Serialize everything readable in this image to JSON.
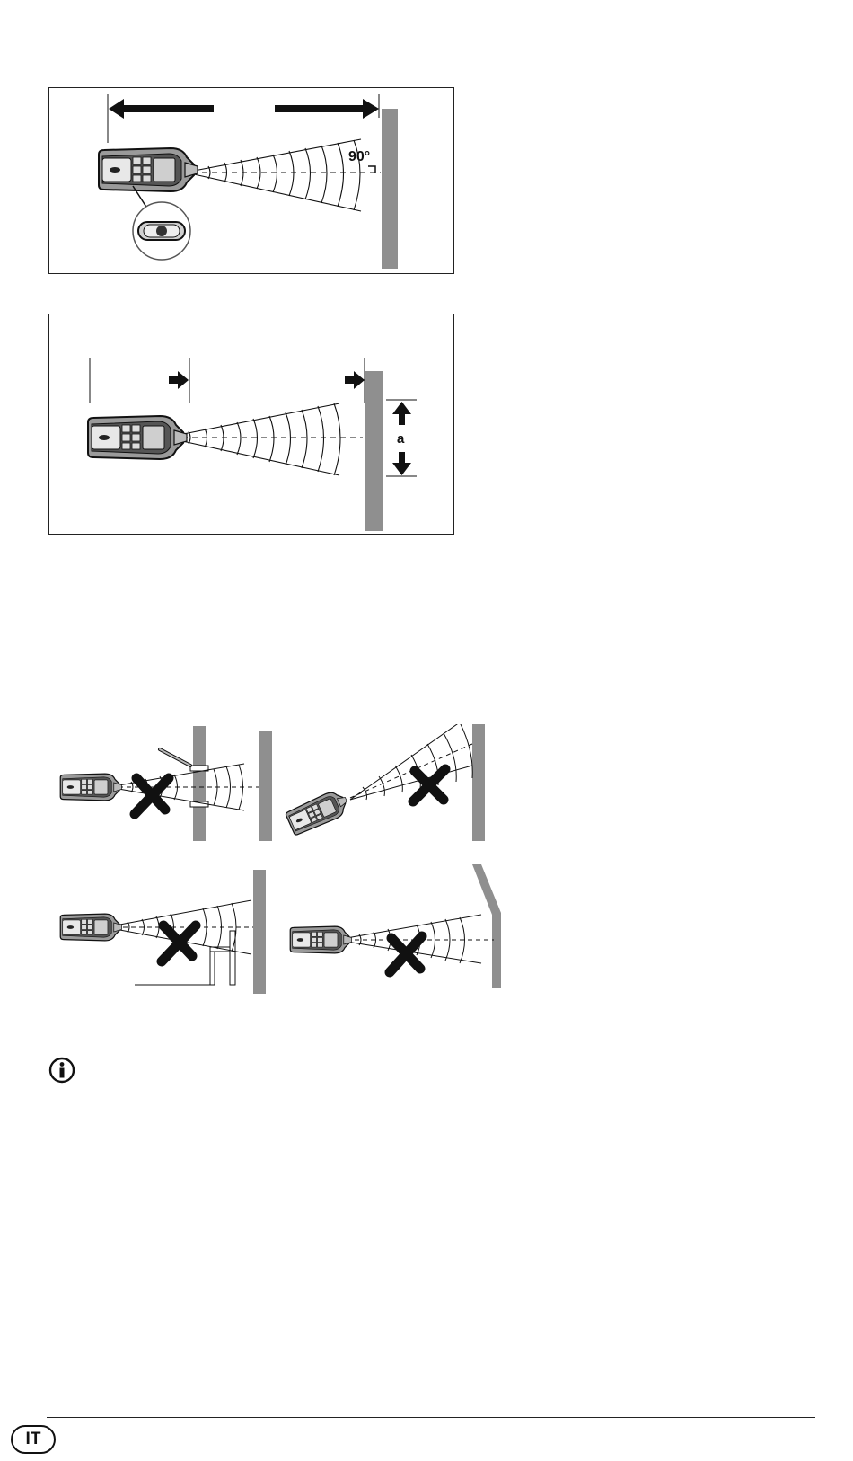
{
  "figures": {
    "fig1": {
      "angle_label": "90°"
    },
    "fig2": {
      "distance_label": "a"
    }
  },
  "footer": {
    "language_code": "IT"
  },
  "colors": {
    "wall": "#8f8f8f",
    "ink": "#111111",
    "device_body": "#8a8a8a"
  }
}
